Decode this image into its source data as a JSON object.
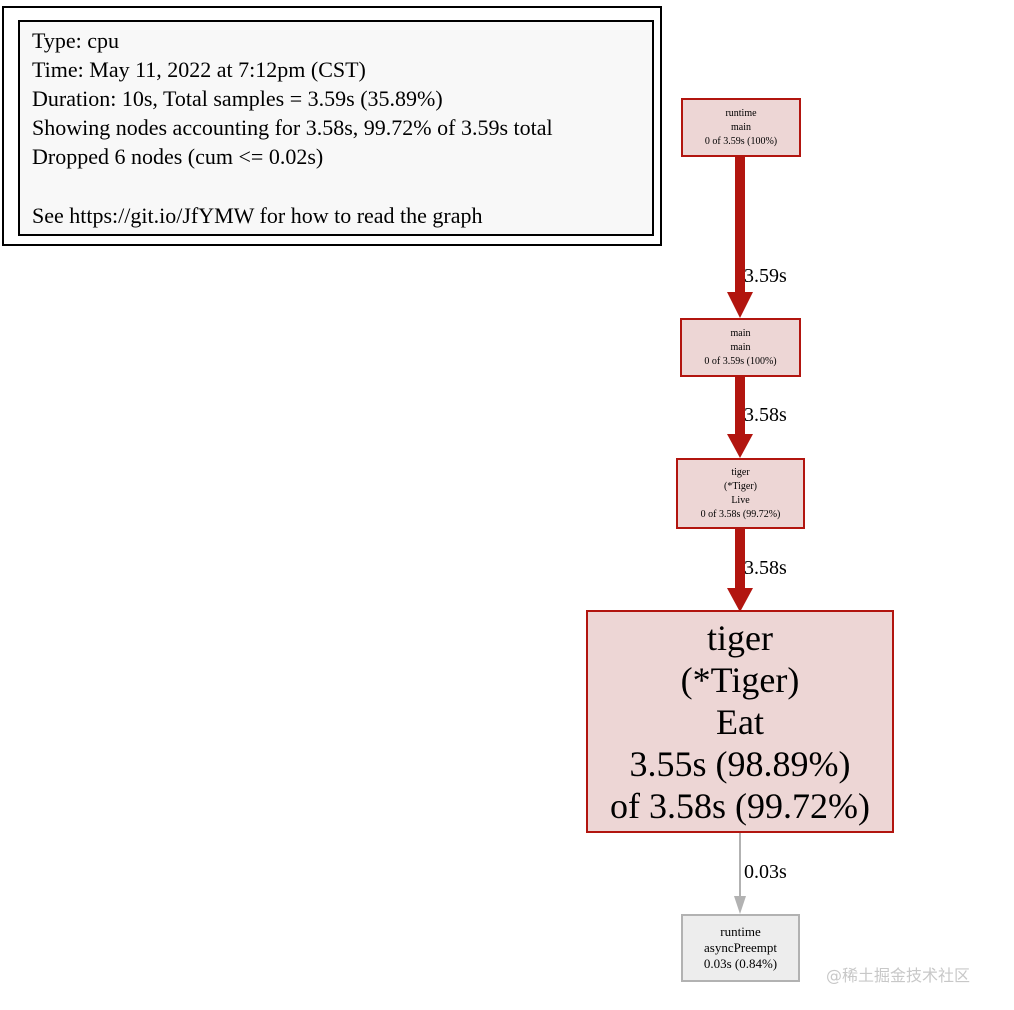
{
  "legend": {
    "lines": [
      "Type: cpu",
      "Time: May 11, 2022 at 7:12pm (CST)",
      "Duration: 10s, Total samples = 3.59s (35.89%)",
      "Showing nodes accounting for 3.58s, 99.72% of 3.59s total",
      "Dropped 6 nodes (cum <= 0.02s)",
      "See https://git.io/JfYMW for how to read the graph"
    ]
  },
  "nodes": [
    {
      "id": "runtime-main",
      "lines": [
        "runtime",
        "main",
        "0 of 3.59s (100%)"
      ]
    },
    {
      "id": "main-main",
      "lines": [
        "main",
        "main",
        "0 of 3.59s (100%)"
      ]
    },
    {
      "id": "tiger-live",
      "lines": [
        "tiger",
        "(*Tiger)",
        "Live",
        "0 of 3.58s (99.72%)"
      ]
    },
    {
      "id": "tiger-eat",
      "lines": [
        "tiger",
        "(*Tiger)",
        "Eat",
        "3.55s (98.89%)",
        "of 3.58s (99.72%)"
      ]
    },
    {
      "id": "runtime-asyncpreempt",
      "lines": [
        "runtime",
        "asyncPreempt",
        "0.03s (0.84%)"
      ]
    }
  ],
  "edges": [
    {
      "from": "runtime-main",
      "to": "main-main",
      "label": "3.59s"
    },
    {
      "from": "main-main",
      "to": "tiger-live",
      "label": "3.58s"
    },
    {
      "from": "tiger-live",
      "to": "tiger-eat",
      "label": "3.58s"
    },
    {
      "from": "tiger-eat",
      "to": "runtime-asyncpreempt",
      "label": "0.03s"
    }
  ],
  "colors": {
    "hot_border": "#b2150f",
    "hot_fill": "#edd6d5",
    "cold_border": "#b2b2b2",
    "cold_fill": "#ededed",
    "hot_edge": "#b2150f",
    "cold_edge": "#b2b2b2"
  },
  "watermark": "@稀土掘金技术社区"
}
